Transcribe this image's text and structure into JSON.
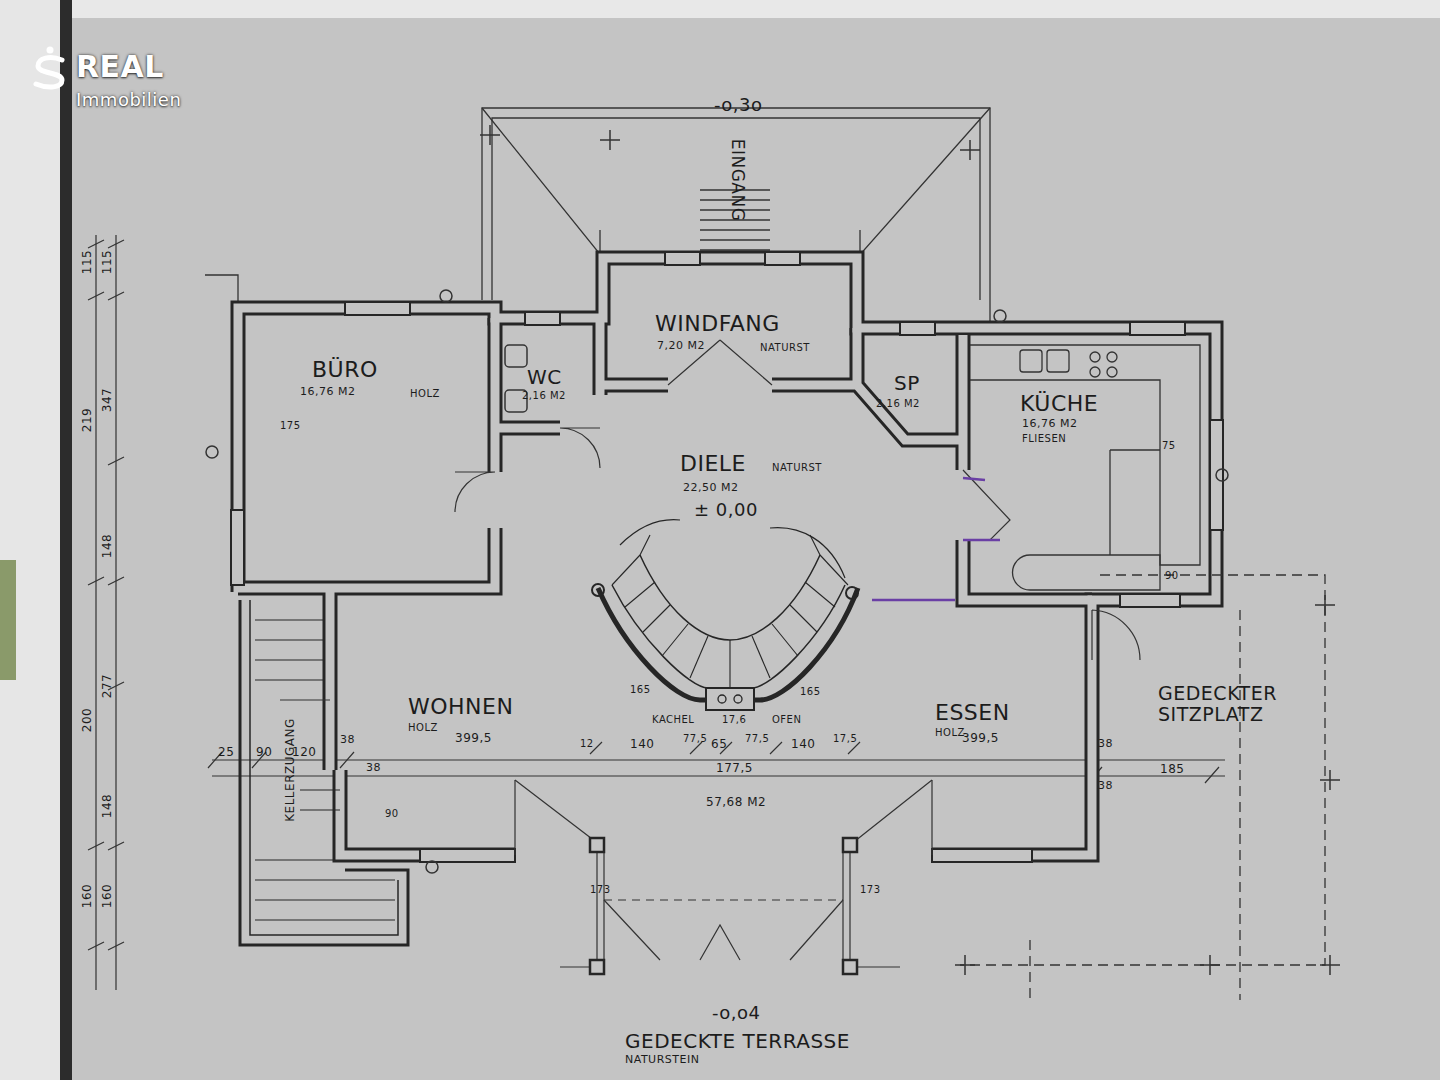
{
  "diagram": {
    "nodes": [
      {
        "text": [
          "BÜRO",
          "16,76 M2",
          "HOLZ"
        ]
      },
      {
        "text": [
          "WC",
          "2,16 M2"
        ]
      },
      {
        "text": [
          "WINDFANG",
          "7,20 M2",
          "NATURST"
        ]
      },
      {
        "text": [
          "SP",
          "2,16 M2"
        ]
      },
      {
        "text": [
          "KÜCHE",
          "16,76 M2",
          "FLIESEN"
        ]
      },
      {
        "text": [
          "DIELE",
          "NATURST",
          "22,50 M2",
          "± 0,00"
        ]
      },
      {
        "text": [
          "KELLERZUGANG"
        ]
      },
      {
        "text": [
          "WOHNEN",
          "HOLZ",
          "399,5"
        ]
      },
      {
        "text": [
          "ESSEN",
          "HOLZ",
          "399,5"
        ]
      },
      {
        "text": [
          "GEDECKTER SITZPLATZ"
        ]
      },
      {
        "text": [
          "GEDECKTE TERRASSE",
          "NATURSTEIN"
        ]
      }
    ],
    "labels": [
      "REAL",
      "Immobilien",
      "-o,3o",
      "EINGANG",
      "-o,o4",
      "KACHEL",
      "17,6",
      "OFEN",
      "165",
      "165",
      "12",
      "140",
      "77,5",
      "65",
      "77,5",
      "140",
      "17,5",
      "177,5",
      "57,68 M2",
      "25",
      "90",
      "120",
      "38",
      "38",
      "38",
      "38",
      "185",
      "173",
      "173",
      "90",
      "175",
      "75",
      "90",
      "115",
      "115",
      "219",
      "347",
      "148",
      "277",
      "200",
      "148",
      "160",
      "160"
    ]
  }
}
